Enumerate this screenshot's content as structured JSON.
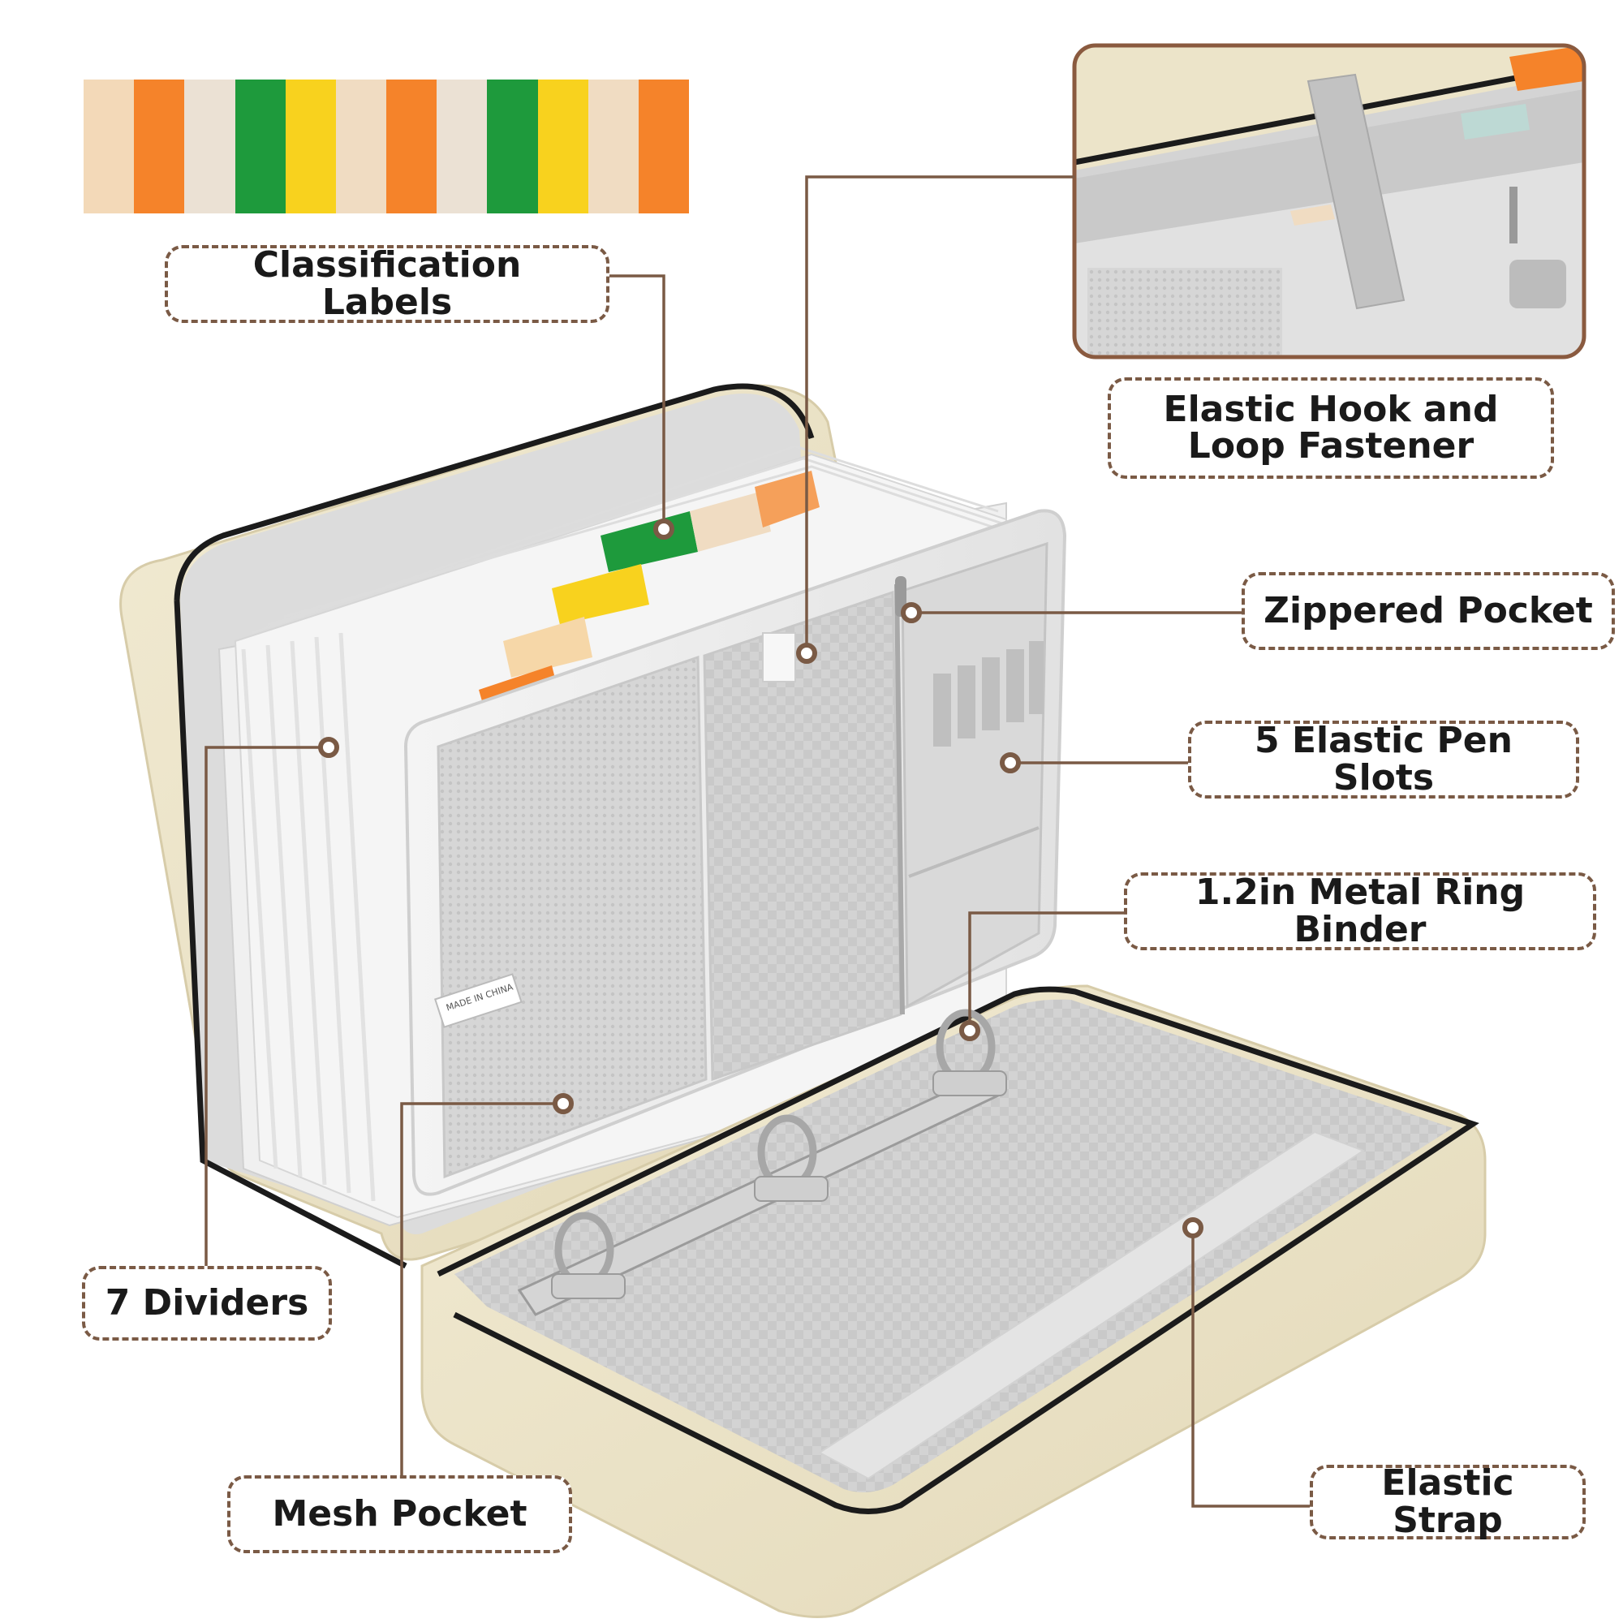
{
  "colors": {
    "bag_shell": "#ece4c9",
    "bag_shell_edge": "#d9ceac",
    "interior": "#d8d8d8",
    "interior_light": "#e9e9e9",
    "zipper": "#1b1b1b",
    "leader": "#7a5a45",
    "callout_border": "#7a5a45"
  },
  "label_swatches": [
    "#f3d9b8",
    "#f5832a",
    "#ebe1d4",
    "#1e9a3c",
    "#f8d21e",
    "#f0dcc2",
    "#f5832a",
    "#ebe1d4",
    "#1e9a3c",
    "#f8d21e",
    "#f0dcc2",
    "#f5832a"
  ],
  "callouts": {
    "classification_labels": "Classification Labels",
    "elastic_hook": "Elastic Hook and\nLoop Fastener",
    "zippered_pocket": "Zippered Pocket",
    "pen_slots": "5 Elastic Pen Slots",
    "ring_binder": "1.2in Metal Ring Binder",
    "dividers": "7 Dividers",
    "mesh_pocket": "Mesh Pocket",
    "elastic_strap": "Elastic Strap"
  },
  "inset": {
    "description_icon": "inset-closeup-photo"
  },
  "small_tag": "MADE IN CHINA"
}
